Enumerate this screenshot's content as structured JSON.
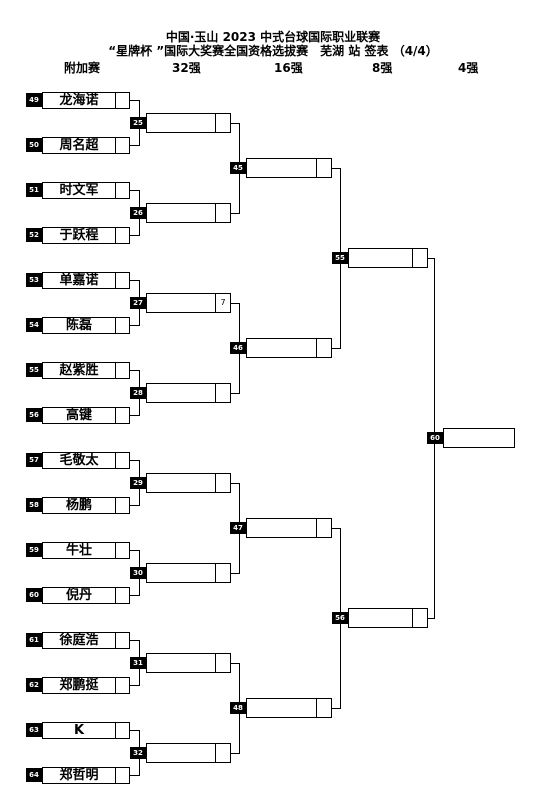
{
  "header": {
    "title_line1": "中国·玉山 2023 中式台球国际职业联赛",
    "title_line2": "“星牌杯 ”国际大奖赛全国资格选拔赛　芜湖 站 签表 （4/4）"
  },
  "rounds": [
    "附加赛",
    "32强",
    "16强",
    "8强",
    "4强"
  ],
  "players": [
    {
      "seed": "49",
      "name": "龙海诺",
      "score": ""
    },
    {
      "seed": "50",
      "name": "周名超",
      "score": ""
    },
    {
      "seed": "51",
      "name": "时文军",
      "score": ""
    },
    {
      "seed": "52",
      "name": "于跃程",
      "score": ""
    },
    {
      "seed": "53",
      "name": "单嘉诺",
      "score": ""
    },
    {
      "seed": "54",
      "name": "陈磊",
      "score": ""
    },
    {
      "seed": "55",
      "name": "赵紫胜",
      "score": ""
    },
    {
      "seed": "56",
      "name": "高键",
      "score": ""
    },
    {
      "seed": "57",
      "name": "毛敬太",
      "score": ""
    },
    {
      "seed": "58",
      "name": "杨鹏",
      "score": ""
    },
    {
      "seed": "59",
      "name": "牛壮",
      "score": ""
    },
    {
      "seed": "60",
      "name": "倪丹",
      "score": ""
    },
    {
      "seed": "61",
      "name": "徐庭浩",
      "score": ""
    },
    {
      "seed": "62",
      "name": "郑鹏挺",
      "score": ""
    },
    {
      "seed": "63",
      "name": "K",
      "score": ""
    },
    {
      "seed": "64",
      "name": "郑哲明",
      "score": ""
    }
  ],
  "r32": [
    {
      "num": "25",
      "name": "",
      "score": ""
    },
    {
      "num": "26",
      "name": "",
      "score": ""
    },
    {
      "num": "27",
      "name": "",
      "score": "7"
    },
    {
      "num": "28",
      "name": "",
      "score": ""
    },
    {
      "num": "29",
      "name": "",
      "score": ""
    },
    {
      "num": "30",
      "name": "",
      "score": ""
    },
    {
      "num": "31",
      "name": "",
      "score": ""
    },
    {
      "num": "32",
      "name": "",
      "score": ""
    }
  ],
  "r16": [
    {
      "num": "45",
      "name": "",
      "score": ""
    },
    {
      "num": "46",
      "name": "",
      "score": ""
    },
    {
      "num": "47",
      "name": "",
      "score": ""
    },
    {
      "num": "48",
      "name": "",
      "score": ""
    }
  ],
  "r8": [
    {
      "num": "55",
      "name": "",
      "score": ""
    },
    {
      "num": "56",
      "name": "",
      "score": ""
    }
  ],
  "r4": [
    {
      "num": "60",
      "name": "",
      "score": ""
    }
  ]
}
